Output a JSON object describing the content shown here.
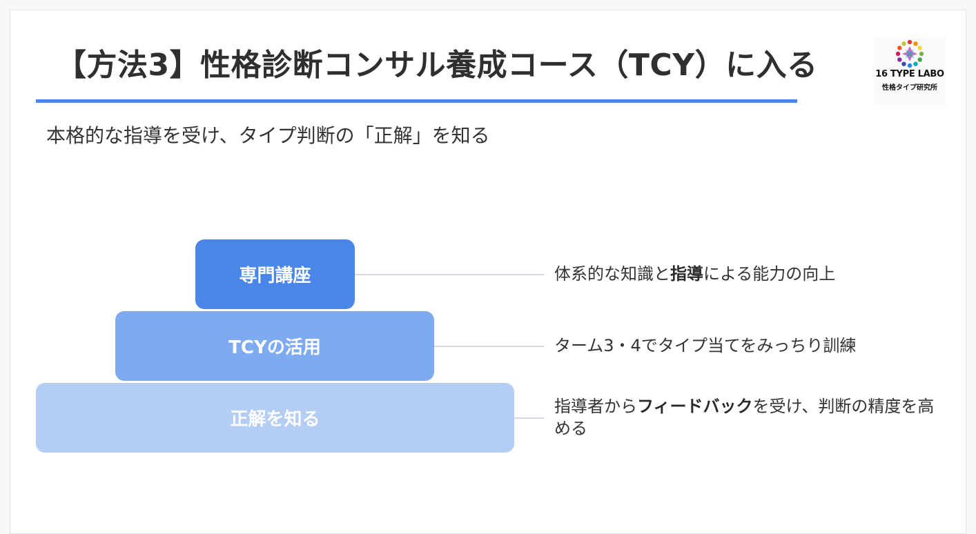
{
  "slide": {
    "title": "【方法3】性格診断コンサル養成コース（TCY）に入る",
    "subtitle": "本格的な指導を受け、タイプ判断の「正解」を知る"
  },
  "logo": {
    "name": "16 TYPE LABO",
    "subtitle": "性格タイプ研究所",
    "icon": "people-circle-logo-icon"
  },
  "pyramid": {
    "tiers": [
      {
        "label": "専門講座",
        "desc_parts": [
          "体系的な知識と",
          "指導",
          "による能力の向上"
        ],
        "color": "#4a86e8"
      },
      {
        "label": "TCYの活用",
        "desc_parts": [
          "ターム3・4でタイプ当てをみっちり訓練"
        ],
        "color": "#7eaaf0"
      },
      {
        "label": "正解を知る",
        "desc_parts": [
          "指導者から",
          "フィードバック",
          "を受け、判断の精度を高める"
        ],
        "color": "#b3cdf5"
      }
    ]
  },
  "colors": {
    "accent": "#4a86e8",
    "connector": "#d3d9e0",
    "text": "#333333"
  }
}
